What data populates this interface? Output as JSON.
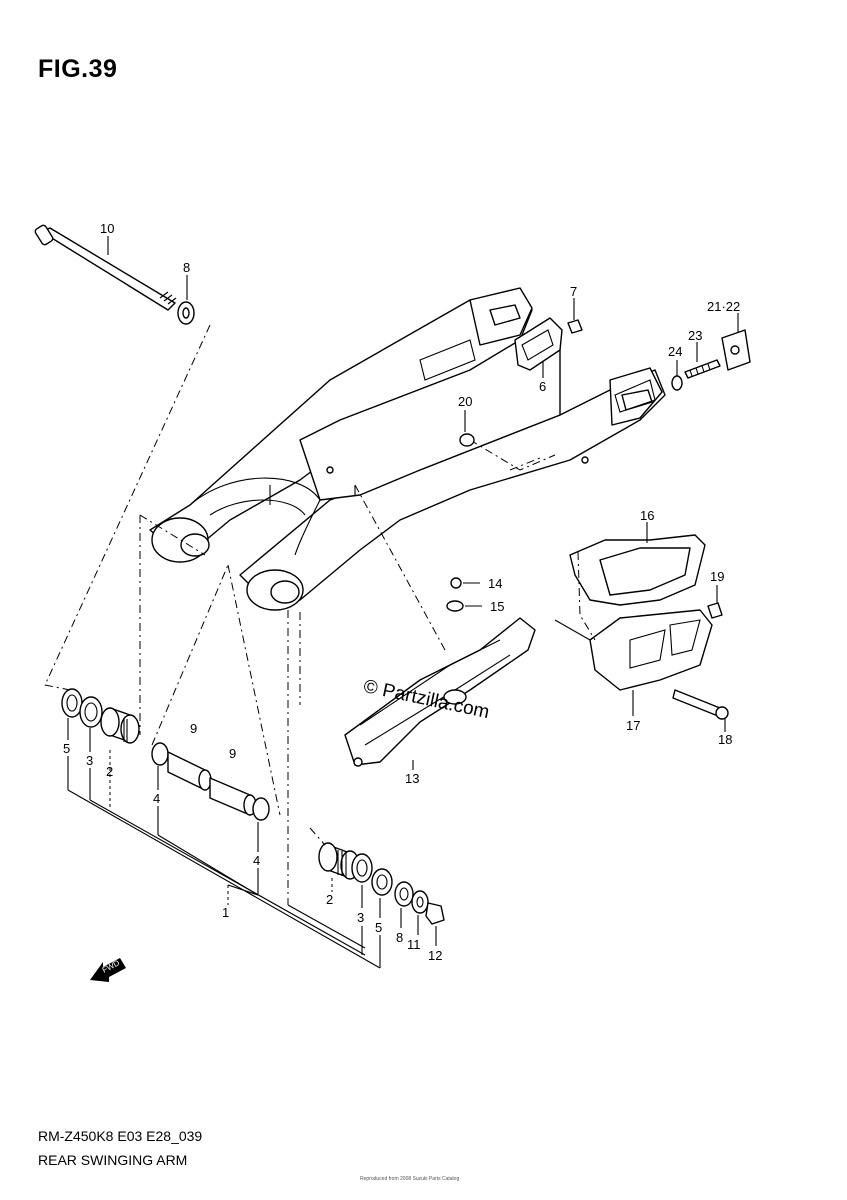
{
  "figure": {
    "title": "FIG.39"
  },
  "footer": {
    "model_code": "RM-Z450K8 E03 E28_039",
    "section_name": "REAR SWINGING ARM",
    "tiny_note": "Reproduced from 2008 Suzuki Parts Catalog"
  },
  "watermark": {
    "text": "© Partzilla.com"
  },
  "fwd_icon": {
    "text": "FWD"
  },
  "callouts": {
    "c1": "1",
    "c2a": "2",
    "c2b": "2",
    "c3a": "3",
    "c3b": "3",
    "c4a": "4",
    "c4b": "4",
    "c5a": "5",
    "c5b": "5",
    "c6": "6",
    "c7": "7",
    "c8a": "8",
    "c8b": "8",
    "c9a": "9",
    "c9b": "9",
    "c10": "10",
    "c11": "11",
    "c12": "12",
    "c13": "13",
    "c14": "14",
    "c15": "15",
    "c16": "16",
    "c17": "17",
    "c18": "18",
    "c19": "19",
    "c20": "20",
    "c2122": "21·22",
    "c23": "23",
    "c24": "24"
  }
}
